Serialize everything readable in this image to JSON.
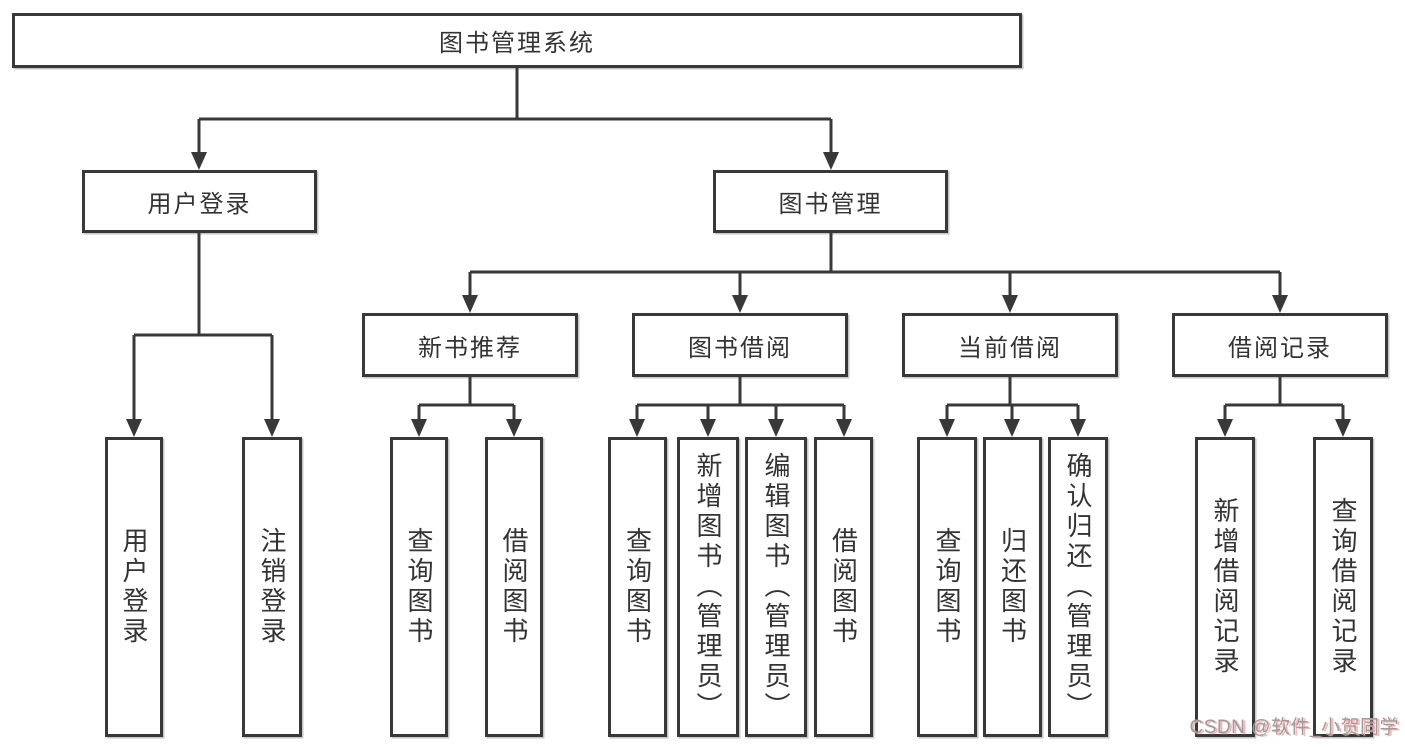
{
  "tree": {
    "label": "图书管理系统",
    "children": [
      {
        "label": "用户登录",
        "children": [
          {
            "label": "用户登录"
          },
          {
            "label": "注销登录"
          }
        ]
      },
      {
        "label": "图书管理",
        "children": [
          {
            "label": "新书推荐",
            "children": [
              {
                "label": "查询图书"
              },
              {
                "label": "借阅图书"
              }
            ]
          },
          {
            "label": "图书借阅",
            "children": [
              {
                "label": "查询图书"
              },
              {
                "label": "新增图书（管理员）"
              },
              {
                "label": "编辑图书（管理员）"
              },
              {
                "label": "借阅图书"
              }
            ]
          },
          {
            "label": "当前借阅",
            "children": [
              {
                "label": "查询图书"
              },
              {
                "label": "归还图书"
              },
              {
                "label": "确认归还（管理员）"
              }
            ]
          },
          {
            "label": "借阅记录",
            "children": [
              {
                "label": "新增借阅记录"
              },
              {
                "label": "查询借阅记录"
              }
            ]
          }
        ]
      }
    ]
  },
  "watermark": "CSDN @软件_小贺同学",
  "colors": {
    "line": "#383838",
    "box_border": "#383838",
    "text": "#333333",
    "background": "#ffffff",
    "watermark_text": "#9c9c9c",
    "watermark_shadow": "#f0a8a8"
  }
}
